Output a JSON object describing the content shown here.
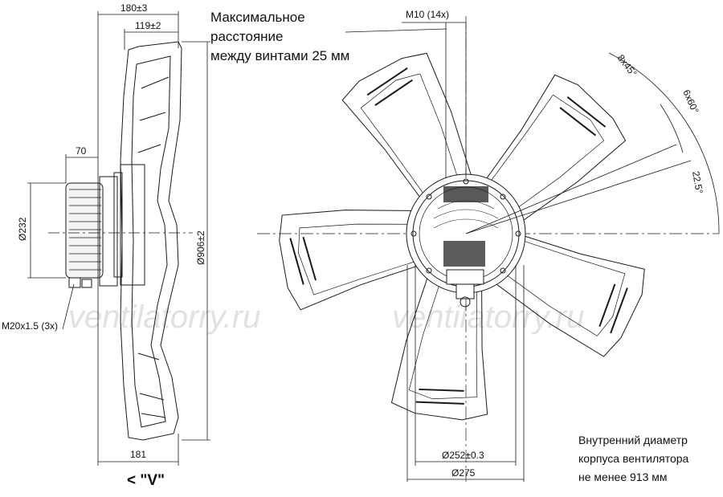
{
  "notes": {
    "max_distance_line1": "Максимальное",
    "max_distance_line2": "расстояние",
    "max_distance_line3": "между винтами 25 мм",
    "housing_line1": "Внутренний диаметр",
    "housing_line2": "корпуса вентилятора",
    "housing_line3": "не менее 913 мм"
  },
  "side_view": {
    "dim_overall_depth": "180±3",
    "dim_hub_depth": "119±2",
    "dim_motor_depth": "70",
    "dim_motor_diameter": "Ø232",
    "dim_cable_gland": "M20x1.5 (3x)",
    "dim_blade_diameter": "Ø906±2",
    "dim_bottom_width": "181",
    "view_label": "< \"V\""
  },
  "front_view": {
    "dim_thread": "M10 (14x)",
    "dim_angle_8x45": "8x45°",
    "dim_angle_6x60": "6x60°",
    "dim_angle_22_5": "22.5°",
    "dim_bolt_circle_1": "Ø252±0.3",
    "dim_bolt_circle_2": "Ø275",
    "blade_count": 5
  },
  "watermark": {
    "left": "ventilatorry.ru",
    "right": "ventilatorry.ru"
  },
  "colors": {
    "line": "#1a1a1a",
    "watermark": "#c8c8c8"
  }
}
